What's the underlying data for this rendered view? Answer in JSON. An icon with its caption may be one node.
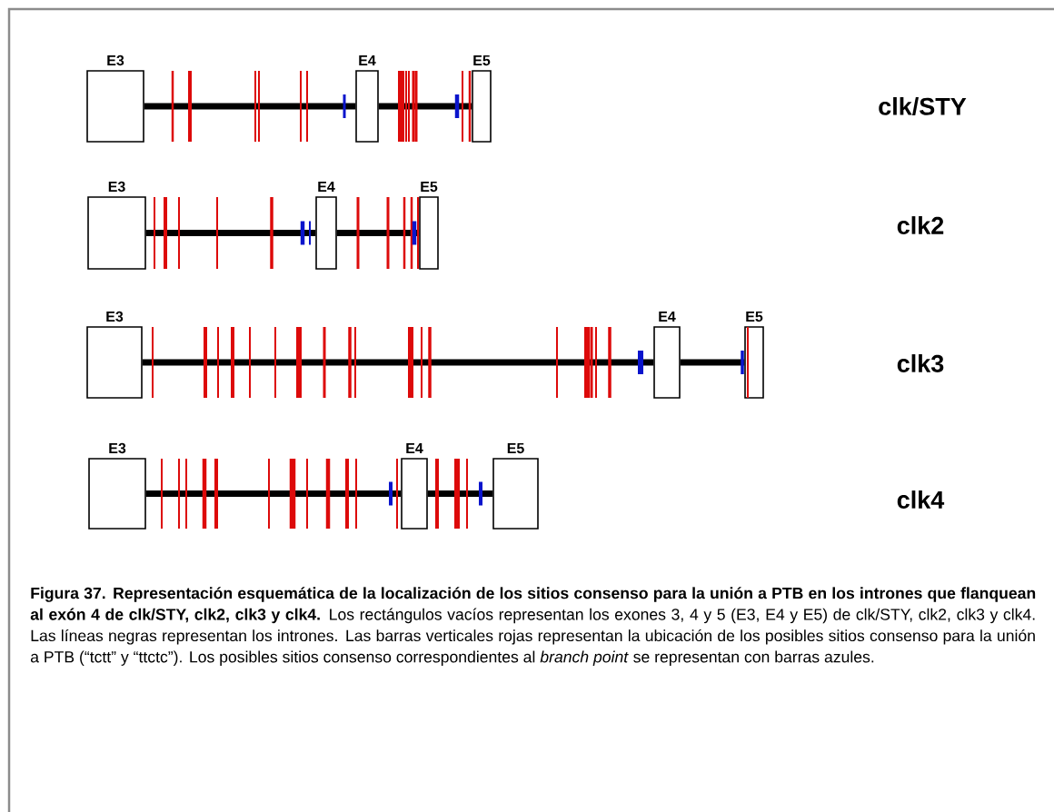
{
  "diagram": {
    "caption": "**Figura 37. Representación esquemática de la localización de los sitios consenso para la unión a PTB en los intrones que flanquean al exón 4 de clk/STY, clk2, clk3 y clk4.** Los rectángulos vacíos representan los exones 3, 4 y 5 (E3, E4 y E5) de clk/STY, clk2, clk3 y clk4. Las líneas negras representan los intrones. Las barras verticales rojas representan la ubicación de los posibles sitios consenso para la unión a PTB (“tctt” y “ttctc”). Los posibles sitios consenso correspondientes al *branch point* se representan con barras azules.",
    "nodes": [
      {
        "text": [
          "E3"
        ]
      },
      {
        "text": [
          "E4"
        ]
      },
      {
        "text": [
          "E5"
        ]
      },
      {
        "text": [
          "E3"
        ]
      },
      {
        "text": [
          "E4"
        ]
      },
      {
        "text": [
          "E5"
        ]
      },
      {
        "text": [
          "E3"
        ]
      },
      {
        "text": [
          "E4"
        ]
      },
      {
        "text": [
          "E5"
        ]
      },
      {
        "text": [
          "E3"
        ]
      },
      {
        "text": [
          "E4"
        ]
      },
      {
        "text": [
          "E5"
        ]
      }
    ],
    "edges": [
      {
        "from": 0,
        "to": 1,
        "arrow": "none"
      },
      {
        "from": 1,
        "to": 2,
        "arrow": "none"
      },
      {
        "from": 3,
        "to": 4,
        "arrow": "none"
      },
      {
        "from": 4,
        "to": 5,
        "arrow": "none"
      },
      {
        "from": 6,
        "to": 7,
        "arrow": "none"
      },
      {
        "from": 7,
        "to": 8,
        "arrow": "none"
      },
      {
        "from": 9,
        "to": 10,
        "arrow": "none"
      },
      {
        "from": 10,
        "to": 11,
        "arrow": "none"
      }
    ],
    "labels": [
      "clk/STY",
      "clk2",
      "clk3",
      "clk4"
    ]
  }
}
